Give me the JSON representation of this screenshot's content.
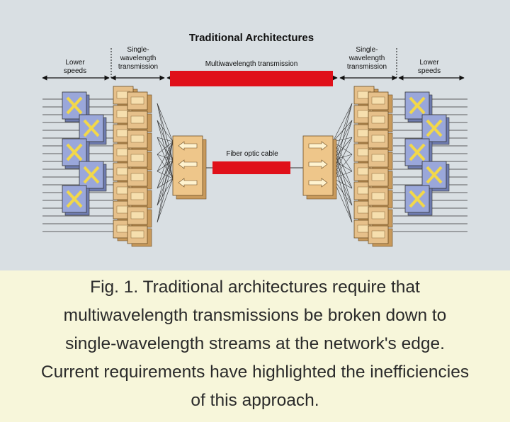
{
  "diagram": {
    "title": "Traditional Architectures",
    "labels": {
      "lower_speeds_left": [
        "Lower",
        "speeds"
      ],
      "single_wavelength_left": [
        "Single-",
        "wavelength",
        "transmission"
      ],
      "multiwavelength": "Multiwavelength transmission",
      "single_wavelength_right": [
        "Single-",
        "wavelength",
        "transmission"
      ],
      "lower_speeds_right": [
        "Lower",
        "speeds"
      ],
      "fiber_optic_cable": "Fiber optic cable"
    },
    "colors": {
      "background": "#d9dfe3",
      "red_bar": "#e0101a",
      "switch_blue": "#9aa7da",
      "switch_yellow": "#f2d84a",
      "transceiver_tan": "#e6c08a",
      "transceiver_dark": "#c89a5c",
      "mux_orange": "#eec68a"
    }
  },
  "caption": {
    "lines": [
      "Fig. 1. Traditional architectures require that",
      "multiwavelength transmissions be broken down to",
      "single-wavelength streams at the network's edge.",
      "Current requirements have highlighted the inefficiencies",
      "of this approach."
    ]
  }
}
